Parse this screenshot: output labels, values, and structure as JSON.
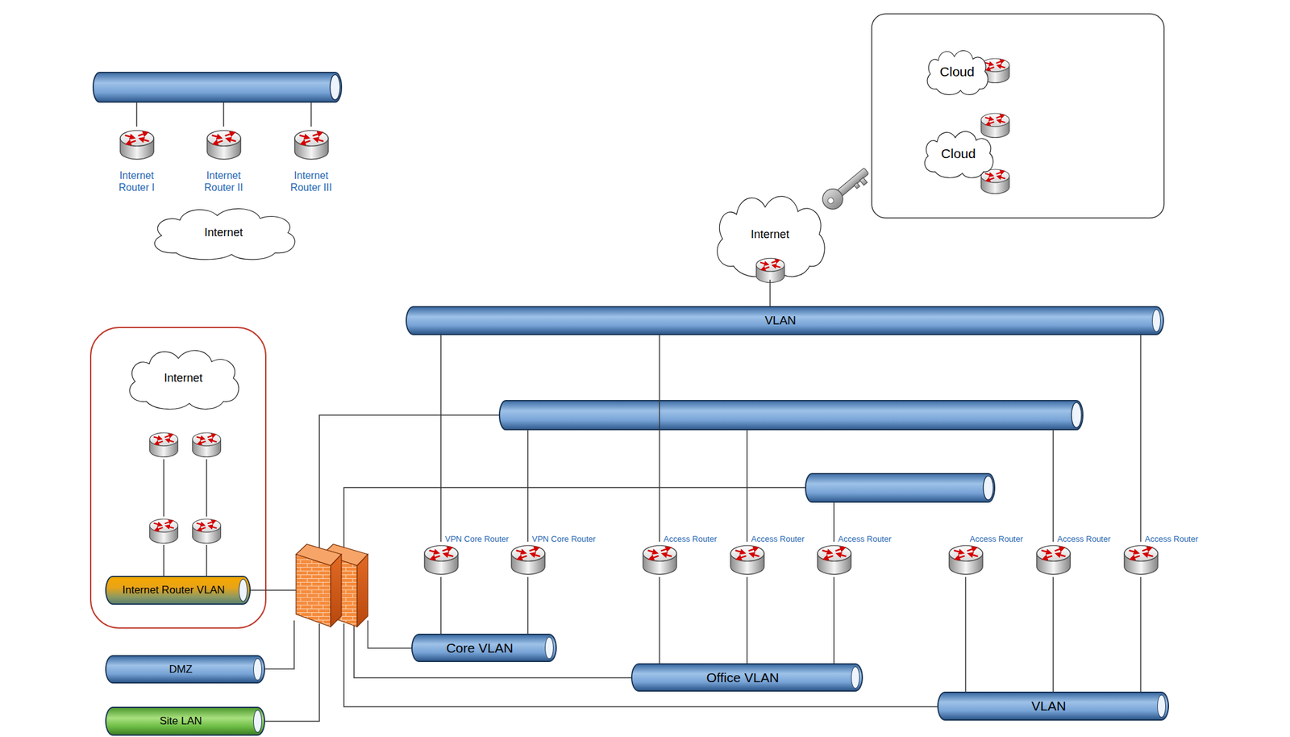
{
  "diagram": {
    "nodes": [
      {
        "text": [
          "Internet Router I"
        ]
      },
      {
        "text": [
          "Internet Router II"
        ]
      },
      {
        "text": [
          "Internet Router III"
        ]
      },
      {
        "text": [
          "Internet"
        ]
      },
      {
        "text": [
          "Cloud"
        ]
      },
      {
        "text": [
          "Cloud"
        ]
      },
      {
        "text": [
          "Internet"
        ]
      },
      {
        "text": [
          "VLAN"
        ]
      },
      {
        "text": [
          "Internet"
        ]
      },
      {
        "text": [
          "Internet Router VLAN"
        ]
      },
      {
        "text": [
          "VPN Core Router"
        ]
      },
      {
        "text": [
          "VPN Core Router"
        ]
      },
      {
        "text": [
          "Access Router"
        ]
      },
      {
        "text": [
          "Access Router"
        ]
      },
      {
        "text": [
          "Access Router"
        ]
      },
      {
        "text": [
          "Access Router"
        ]
      },
      {
        "text": [
          "Access Router"
        ]
      },
      {
        "text": [
          "Access Router"
        ]
      },
      {
        "text": [
          "Core VLAN"
        ]
      },
      {
        "text": [
          "DMZ"
        ]
      },
      {
        "text": [
          "Office VLAN"
        ]
      },
      {
        "text": [
          "VLAN"
        ]
      },
      {
        "text": [
          "Site LAN"
        ]
      }
    ],
    "edges": [
      {
        "from": 6,
        "to": 7,
        "arrow": "none"
      },
      {
        "from": 7,
        "to": 10,
        "arrow": "none"
      },
      {
        "from": 7,
        "to": 12,
        "arrow": "none"
      },
      {
        "from": 7,
        "to": 17,
        "arrow": "none"
      },
      {
        "from": 18,
        "to": 10,
        "arrow": "none"
      },
      {
        "from": 18,
        "to": 11,
        "arrow": "none"
      },
      {
        "from": 20,
        "to": 12,
        "arrow": "none"
      },
      {
        "from": 20,
        "to": 13,
        "arrow": "none"
      },
      {
        "from": 20,
        "to": 14,
        "arrow": "none"
      },
      {
        "from": 21,
        "to": 15,
        "arrow": "none"
      },
      {
        "from": 21,
        "to": 16,
        "arrow": "none"
      },
      {
        "from": 21,
        "to": 17,
        "arrow": "none"
      }
    ]
  }
}
